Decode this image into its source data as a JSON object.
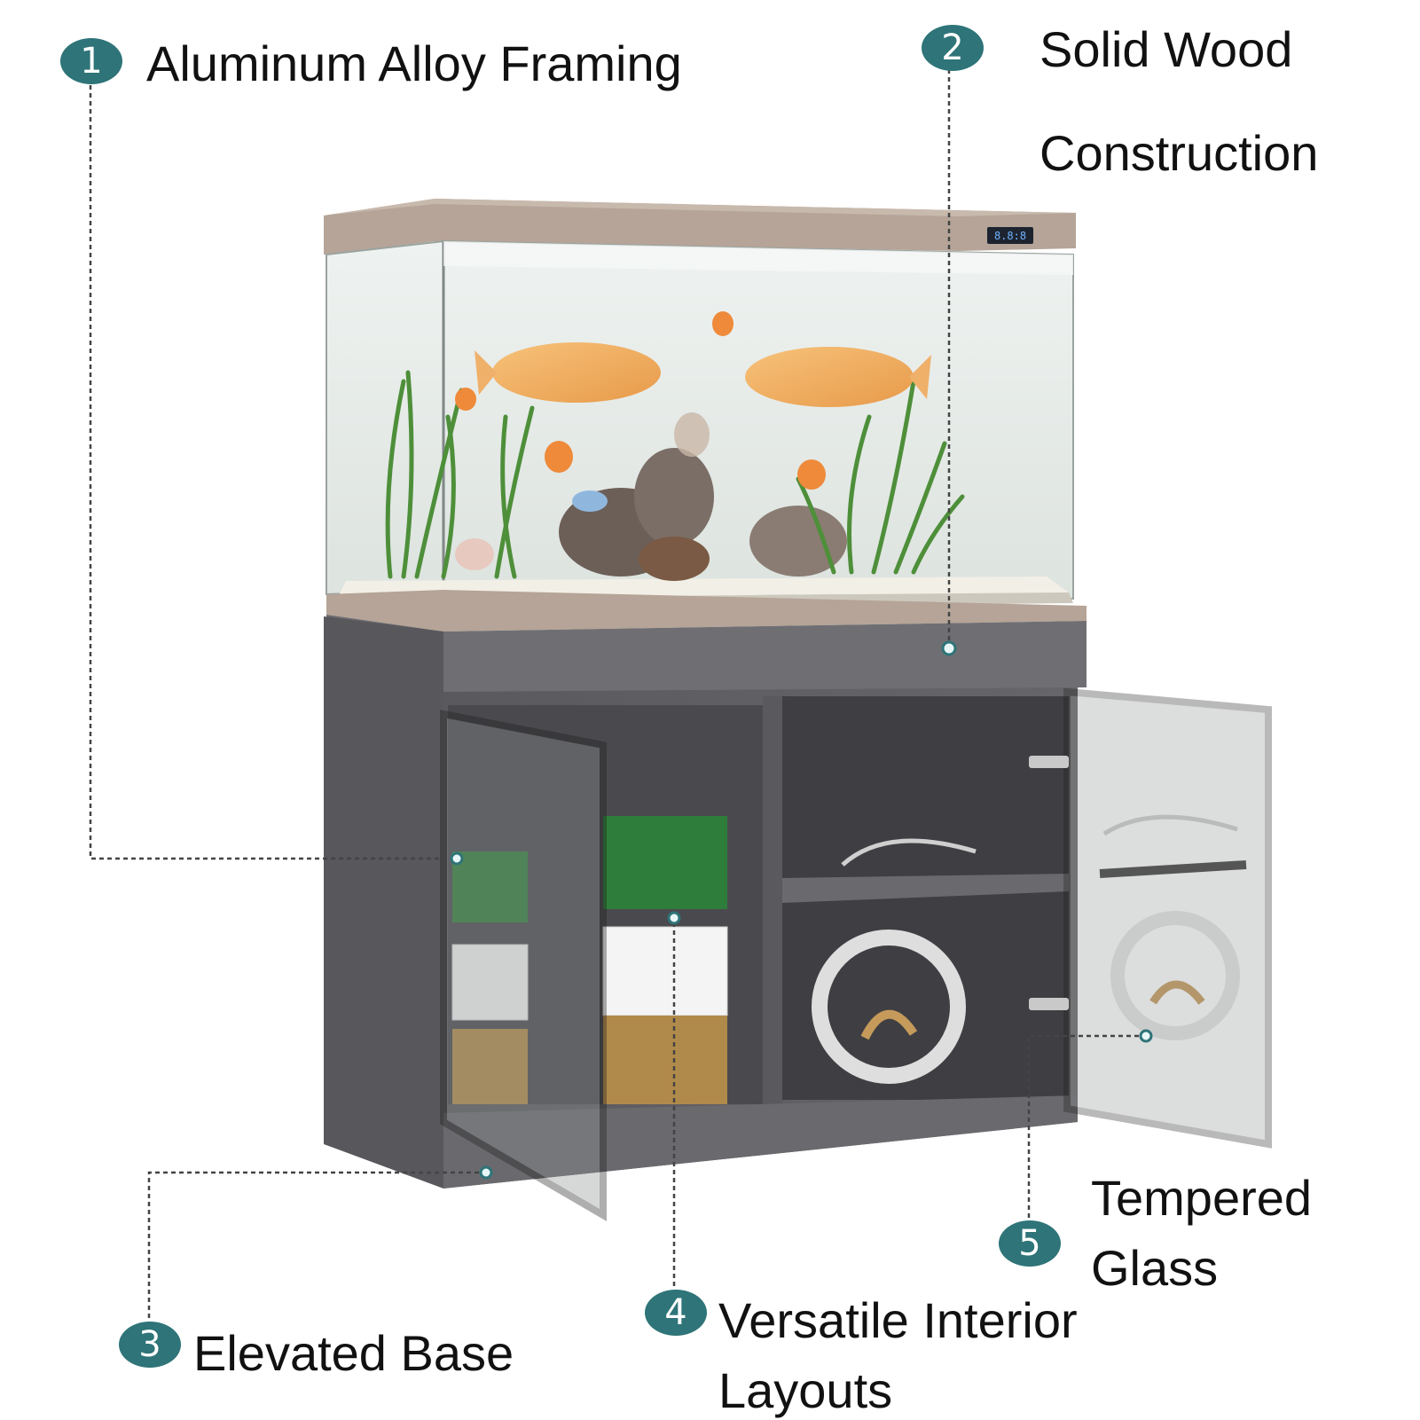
{
  "colors": {
    "badge": "#2e7478",
    "leader_line": "#444444",
    "cabinet": "#5c5c60",
    "trim": "#b8a79b",
    "glass": "#e9eeec"
  },
  "callouts": [
    {
      "number": "1",
      "lines": [
        "Aluminum Alloy Framing"
      ]
    },
    {
      "number": "2",
      "lines": [
        "Solid Wood",
        "Construction"
      ]
    },
    {
      "number": "3",
      "lines": [
        "Elevated Base"
      ]
    },
    {
      "number": "4",
      "lines": [
        "Versatile Interior",
        "Layouts"
      ]
    },
    {
      "number": "5",
      "lines": [
        "Tempered",
        "Glass"
      ]
    }
  ],
  "tank_display": "8.8:8"
}
